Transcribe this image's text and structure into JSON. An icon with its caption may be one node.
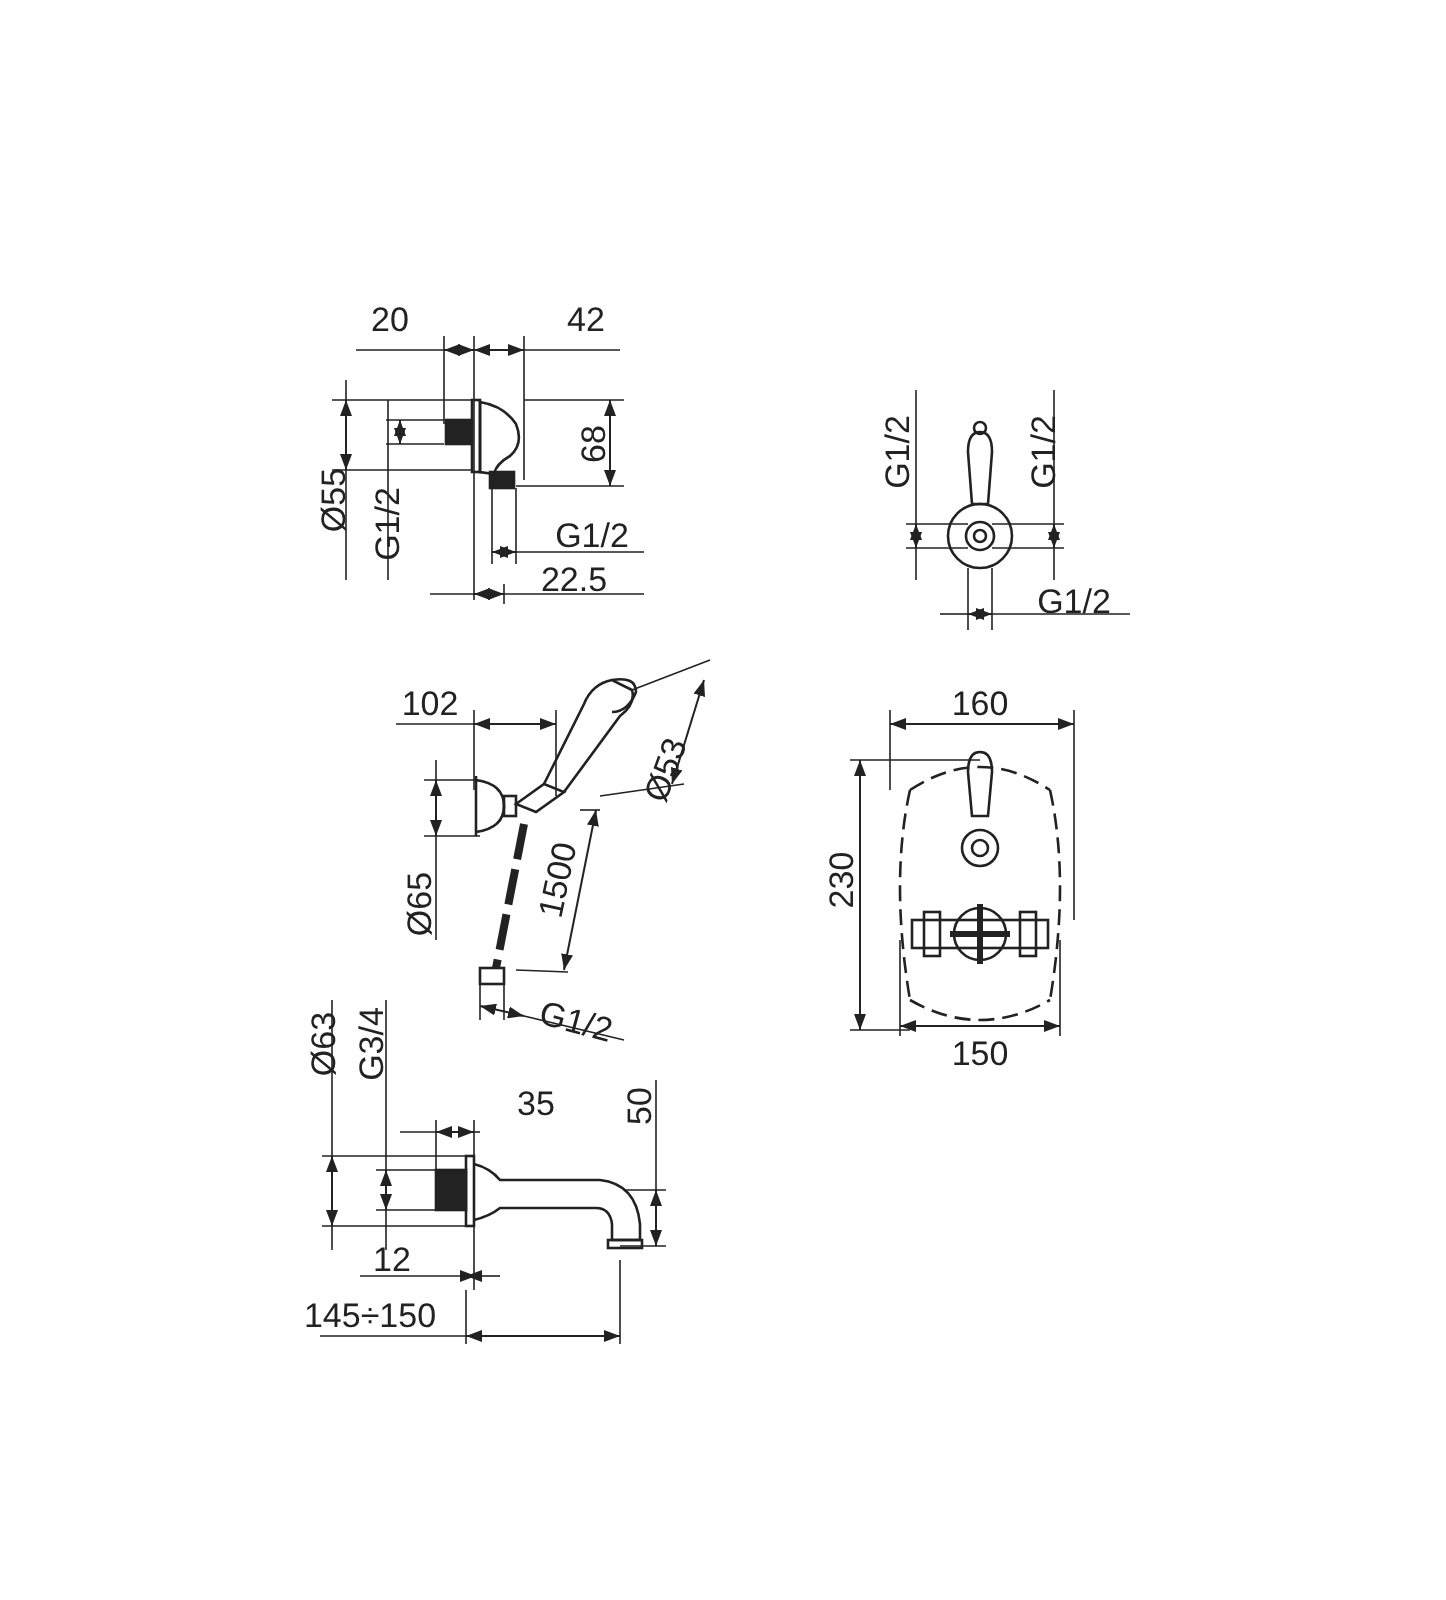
{
  "diagram": {
    "labels": [
      "20",
      "42",
      "68",
      "Ø55",
      "G1/2",
      "G1/2",
      "22.5",
      "G1/2",
      "G1/2",
      "G1/2",
      "102",
      "Ø53",
      "Ø65",
      "1500",
      "G1/2",
      "160",
      "230",
      "150",
      "Ø63",
      "G3/4",
      "35",
      "50",
      "12",
      "145÷150"
    ]
  }
}
